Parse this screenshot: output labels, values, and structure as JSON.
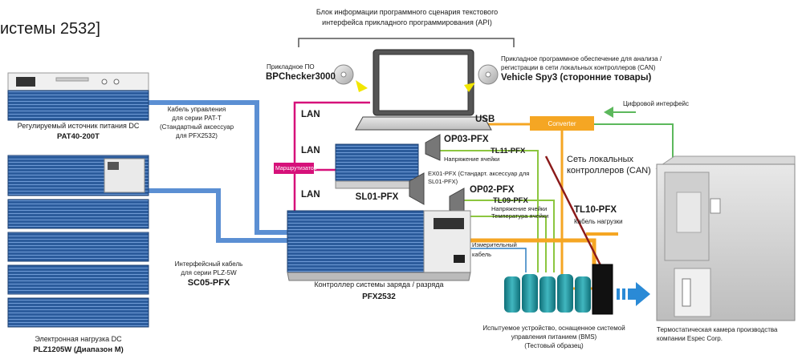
{
  "header": {
    "title_fragment": "истемы 2532]",
    "api_block": [
      "Блок информации программного сценария текстового",
      "интерфейса прикладного программирования (API)"
    ]
  },
  "software": {
    "left": {
      "caption": "Прикладное ПО",
      "name": "BPChecker3000"
    },
    "right": {
      "caption": [
        "Прикладное программное обеспечение для анализа /",
        "регистрации в сети локальных контроллеров (CAN)"
      ],
      "name": "Vehicle Spy3 (сторонние товары)"
    }
  },
  "devices": {
    "power_supply": {
      "caption": "Регулируемый источник питания DC",
      "model": "PAT40-200T"
    },
    "load": {
      "caption": "Электронная нагрузка DC",
      "model": "PLZ1205W (Диапазон M)"
    },
    "controller": {
      "caption": "Контроллер системы заряда / разряда",
      "model": "PFX2532"
    },
    "sl01": "SL01-PFX",
    "router": "Маршрутизатор",
    "converter": "Converter",
    "dut": [
      "Испытуемое устройство, оснащенное системой",
      "управления питанием (BMS)",
      "(Тестовый образец)"
    ],
    "chamber": [
      "Термостатическая камера производства",
      "компании Espec Corp."
    ]
  },
  "cables": {
    "pat_cable": [
      "Кабель управления",
      "для серии PAT-T",
      "(Стандартный аксессуар",
      "для PFX2532)"
    ],
    "sc05": {
      "caption": [
        "Интерфейсный кабель",
        "для серии PLZ-5W"
      ],
      "name": "SC05-PFX"
    },
    "lan_labels": [
      "LAN",
      "LAN",
      "LAN"
    ],
    "usb": "USB",
    "digital": "Цифровой интерфейс",
    "can": [
      "Сеть локальных",
      "контроллеров (CAN)"
    ],
    "op03": {
      "name": "OP03-PFX"
    },
    "tl11": {
      "name": "TL11-PFX",
      "caption": "Напряжение ячейки"
    },
    "ex01": [
      "EX01-PFX (Стандарт. аксессуар для",
      "SL01-PFX)"
    ],
    "op02": {
      "name": "OP02-PFX"
    },
    "tl09": {
      "name": "TL09-PFX",
      "captions": [
        "Напряжение ячейки",
        "Температура ячейки"
      ]
    },
    "tl10": {
      "name": "TL10-PFX",
      "caption": "Кабель нагрузки"
    },
    "measure": [
      "Измерительный",
      "кабель"
    ]
  },
  "colors": {
    "blue": "#5b8fd3",
    "magenta": "#d6117a",
    "orange": "#f5a623",
    "green": "#5cb85c",
    "darkred": "#8b1a1a",
    "cable_blue": "#2f7fc1",
    "device_blue": "#2a5a9a",
    "cell_green": "#1f8a8a"
  }
}
